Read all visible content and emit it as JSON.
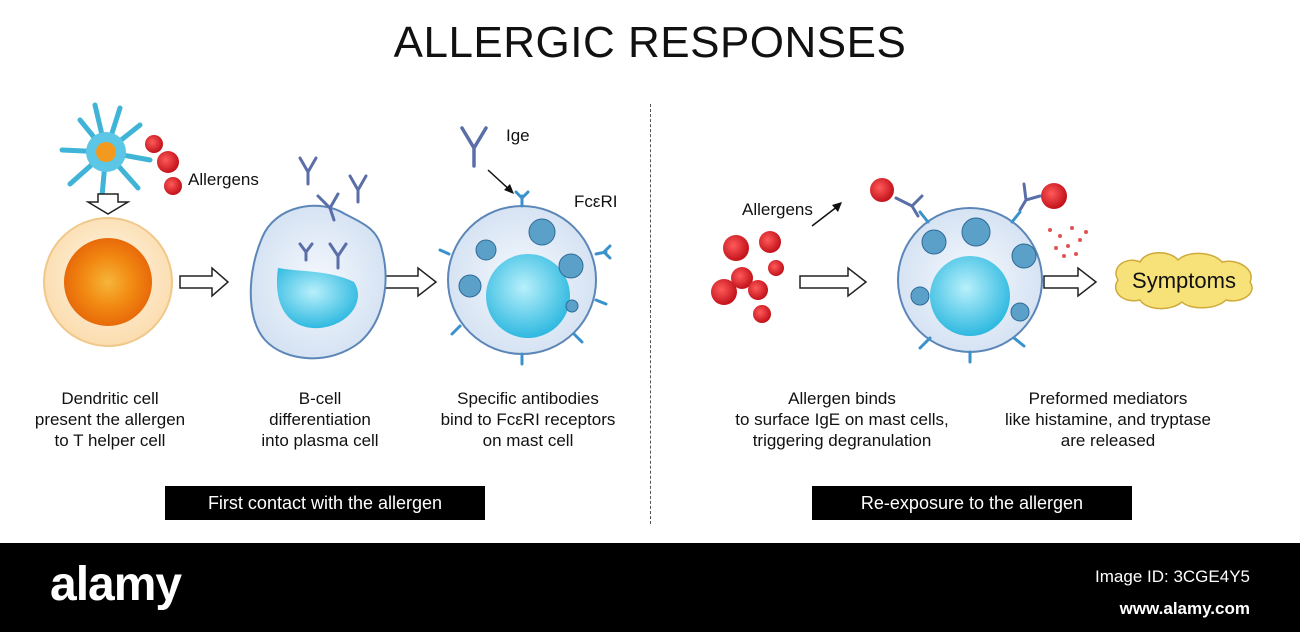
{
  "title": "ALLERGIC RESPONSES",
  "labels": {
    "allergens_left": "Allergens",
    "ige": "Ige",
    "fceri": "FcεRI",
    "allergens_right": "Allergens",
    "symptoms": "Symptoms"
  },
  "captions": {
    "dendritic": [
      "Dendritic cell",
      "present the allergen",
      "to T helper cell"
    ],
    "bcell": [
      "B-cell",
      "differentiation",
      "into plasma cell"
    ],
    "antibodies": [
      "Specific antibodies",
      "bind to FcεRI receptors",
      "on mast cell"
    ],
    "binds": [
      "Allergen binds",
      "to surface IgE on mast cells,",
      "triggering degranulation"
    ],
    "mediators": [
      "Preformed mediators",
      "like histamine, and tryptase",
      "are released"
    ]
  },
  "banners": {
    "first": "First contact with the allergen",
    "reexposure": "Re-exposure to the allergen"
  },
  "footer": {
    "brand": "alamy",
    "image_id": "Image ID: 3CGE4Y5",
    "site": "www.alamy.com"
  },
  "colors": {
    "allergen_red": "#d8202a",
    "cell_membrane": "#5c86b8",
    "cell_fill": "#e6eef8",
    "nucleus_cyan": "#3cc3e6",
    "tcell_orange": "#f39a1e",
    "antibody_blue": "#5a6ea8",
    "symptoms_yellow": "#f7e27a",
    "banner_black": "#000000"
  }
}
